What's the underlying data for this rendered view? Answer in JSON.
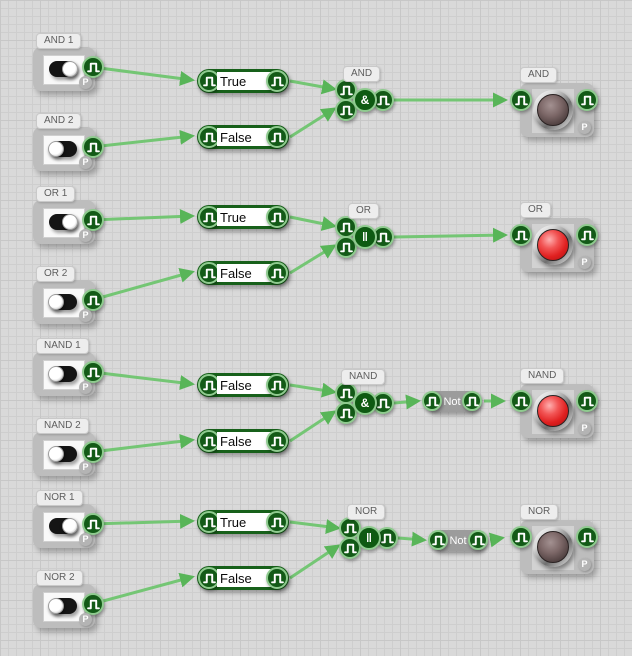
{
  "ui": {
    "p_badge": "P",
    "wire_color": "#74c674",
    "port_color": "#135a17",
    "port_ring_color": "#8fcb8f",
    "port_icon": "pulse-icon",
    "lamp_on_color": "#e02020",
    "canvas_bg": "#d9d9d9"
  },
  "rows": [
    {
      "gate_label": "AND",
      "gate_symbol": "&",
      "lamp_label": "AND",
      "lamp_on": false,
      "toggles": [
        {
          "label": "AND 1",
          "on": true
        },
        {
          "label": "AND 2",
          "on": false
        }
      ],
      "values": [
        "True",
        "False"
      ]
    },
    {
      "gate_label": "OR",
      "gate_symbol": "‖",
      "lamp_label": "OR",
      "lamp_on": true,
      "toggles": [
        {
          "label": "OR 1",
          "on": true
        },
        {
          "label": "OR 2",
          "on": false
        }
      ],
      "values": [
        "True",
        "False"
      ]
    },
    {
      "gate_label": "NAND",
      "gate_symbol": "&",
      "not_label": "Not",
      "lamp_label": "NAND",
      "lamp_on": true,
      "toggles": [
        {
          "label": "NAND 1",
          "on": false
        },
        {
          "label": "NAND 2",
          "on": false
        }
      ],
      "values": [
        "False",
        "False"
      ]
    },
    {
      "gate_label": "NOR",
      "gate_symbol": "‖",
      "not_label": "Not",
      "lamp_label": "NOR",
      "lamp_on": false,
      "toggles": [
        {
          "label": "NOR 1",
          "on": true
        },
        {
          "label": "NOR 2",
          "on": false
        }
      ],
      "values": [
        "True",
        "False"
      ]
    }
  ]
}
